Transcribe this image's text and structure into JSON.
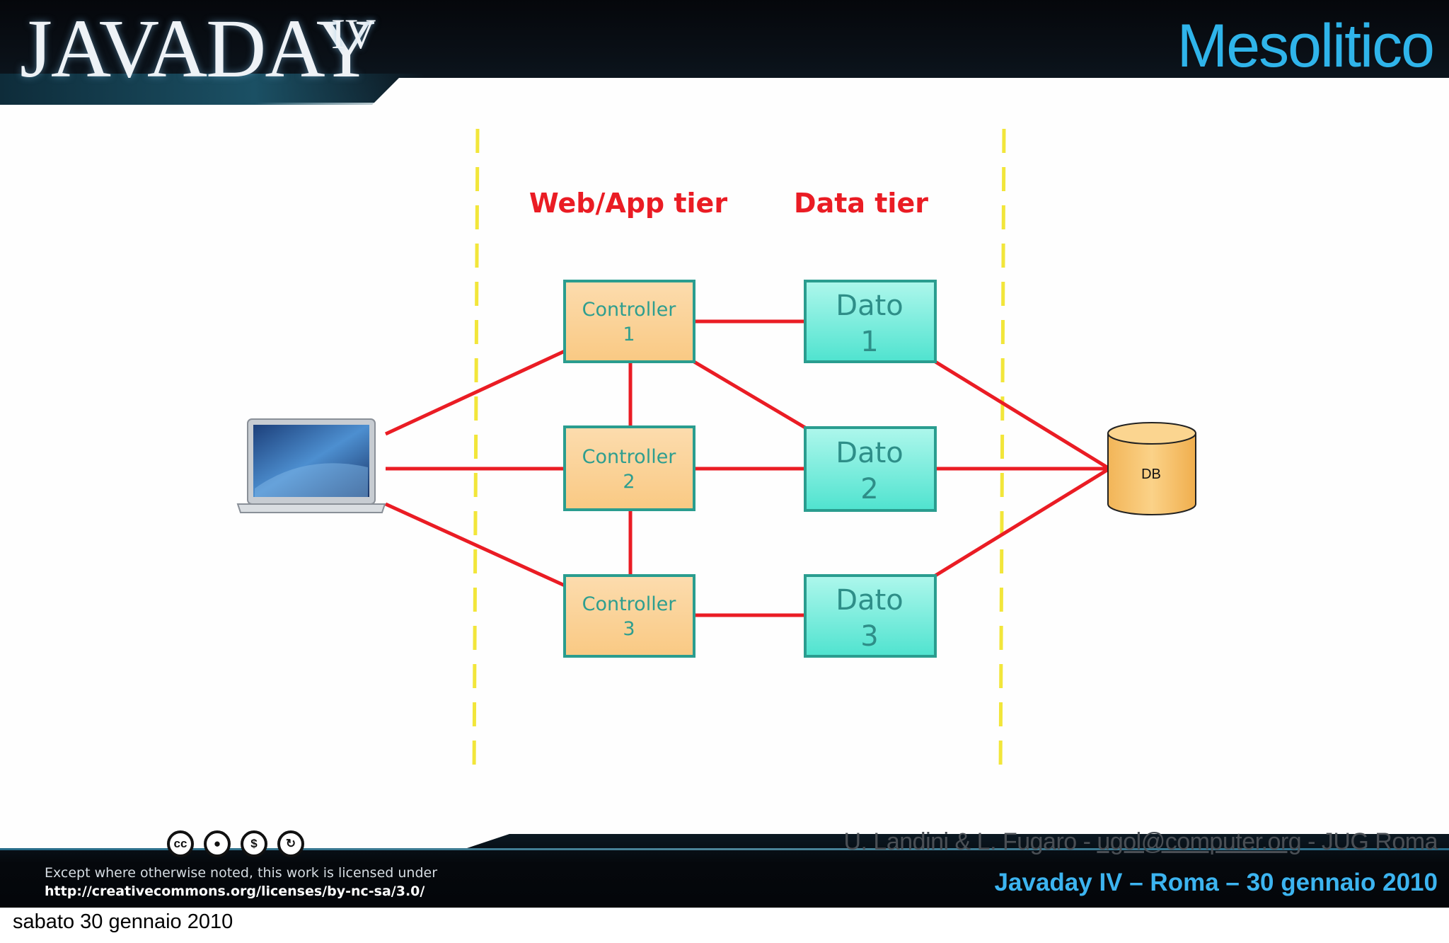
{
  "header": {
    "logo_text": "JAVADAY",
    "logo_suffix": "IV",
    "slide_title": "Mesolitico"
  },
  "diagram": {
    "tiers": [
      "Web/App tier",
      "Data tier"
    ],
    "controllers": [
      {
        "name": "Controller",
        "number": "1"
      },
      {
        "name": "Controller",
        "number": "2"
      },
      {
        "name": "Controller",
        "number": "3"
      }
    ],
    "data_nodes": [
      {
        "name": "Dato",
        "number": "1"
      },
      {
        "name": "Dato",
        "number": "2"
      },
      {
        "name": "Dato",
        "number": "3"
      }
    ],
    "database": "DB",
    "client": "laptop-icon",
    "colors": {
      "connection": "#ea1c24",
      "tier_boundary": "#f2e63a",
      "controller_fill": "#fbd9a3",
      "dato_fill": "#7ff0e0",
      "box_border": "#2a9d8f",
      "db_fill": "#f8c46a"
    }
  },
  "footer": {
    "license_line1": "Except where otherwise noted, this work is licensed under",
    "license_line2": "http://creativecommons.org/licenses/by-nc-sa/3.0/",
    "authors_prefix": "U. Landini & L. Fugaro - ",
    "authors_email": "ugol@computer.org",
    "authors_suffix": " - JUG Roma",
    "event": "Javaday IV – Roma – 30 gennaio 2010",
    "cc_icons": [
      "cc-icon",
      "by-icon",
      "nc-icon",
      "sa-icon"
    ]
  },
  "date_caption": "sabato 30 gennaio 2010"
}
